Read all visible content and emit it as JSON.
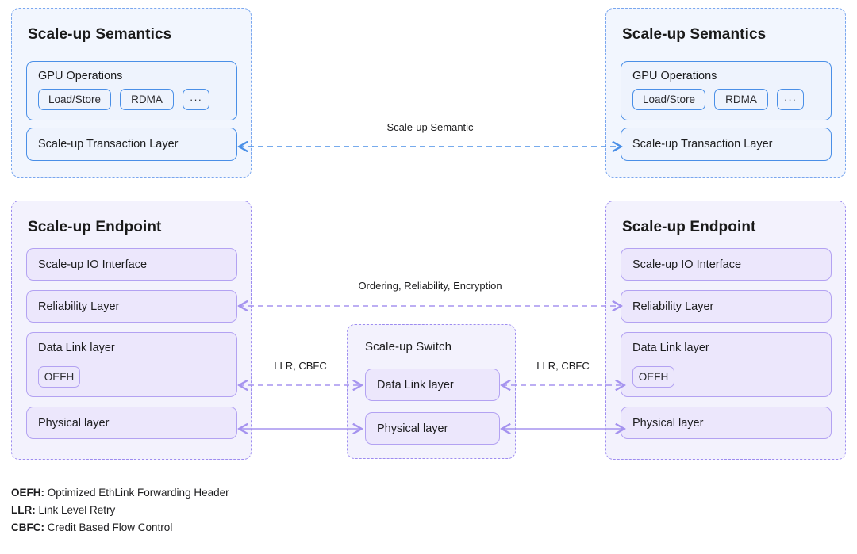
{
  "diagram": {
    "semantics_left": {
      "title": "Scale-up Semantics",
      "group": {
        "title": "GPU Operations",
        "chips": [
          "Load/Store",
          "RDMA",
          "···"
        ]
      },
      "layer": "Scale-up Transaction Layer"
    },
    "semantics_right": {
      "title": "Scale-up Semantics",
      "group": {
        "title": "GPU Operations",
        "chips": [
          "Load/Store",
          "RDMA",
          "···"
        ]
      },
      "layer": "Scale-up Transaction Layer"
    },
    "endpoint_left": {
      "title": "Scale-up Endpoint",
      "layers": [
        "Scale-up IO Interface",
        "Reliability Layer",
        "Data Link layer",
        "Physical layer"
      ],
      "chip": "OEFH"
    },
    "endpoint_right": {
      "title": "Scale-up Endpoint",
      "layers": [
        "Scale-up IO Interface",
        "Reliability Layer",
        "Data Link layer",
        "Physical layer"
      ],
      "chip": "OEFH"
    },
    "switch": {
      "title": "Scale-up Switch",
      "layers": [
        "Data Link layer",
        "Physical layer"
      ]
    },
    "connectors": {
      "semantic": "Scale-up Semantic",
      "reliability": "Ordering, Reliability, Encryption",
      "llr_cbfc_left": "LLR,  CBFC",
      "llr_cbfc_right": "LLR,  CBFC"
    },
    "legend": [
      {
        "abbr": "OEFH:",
        "text": " Optimized EthLink Forwarding Header"
      },
      {
        "abbr": "LLR:",
        "text": " Link Level Retry"
      },
      {
        "abbr": "CBFC:",
        "text": " Credit Based Flow Control"
      }
    ],
    "colors": {
      "blue_border": "#4a8fe7",
      "blue_fill": "#eef3fd",
      "violet_border": "#b3a2f2",
      "violet_fill": "#ece7fc",
      "panel_blue_fill": "#f2f6fe",
      "panel_violet_fill": "#f3f2fd"
    }
  }
}
